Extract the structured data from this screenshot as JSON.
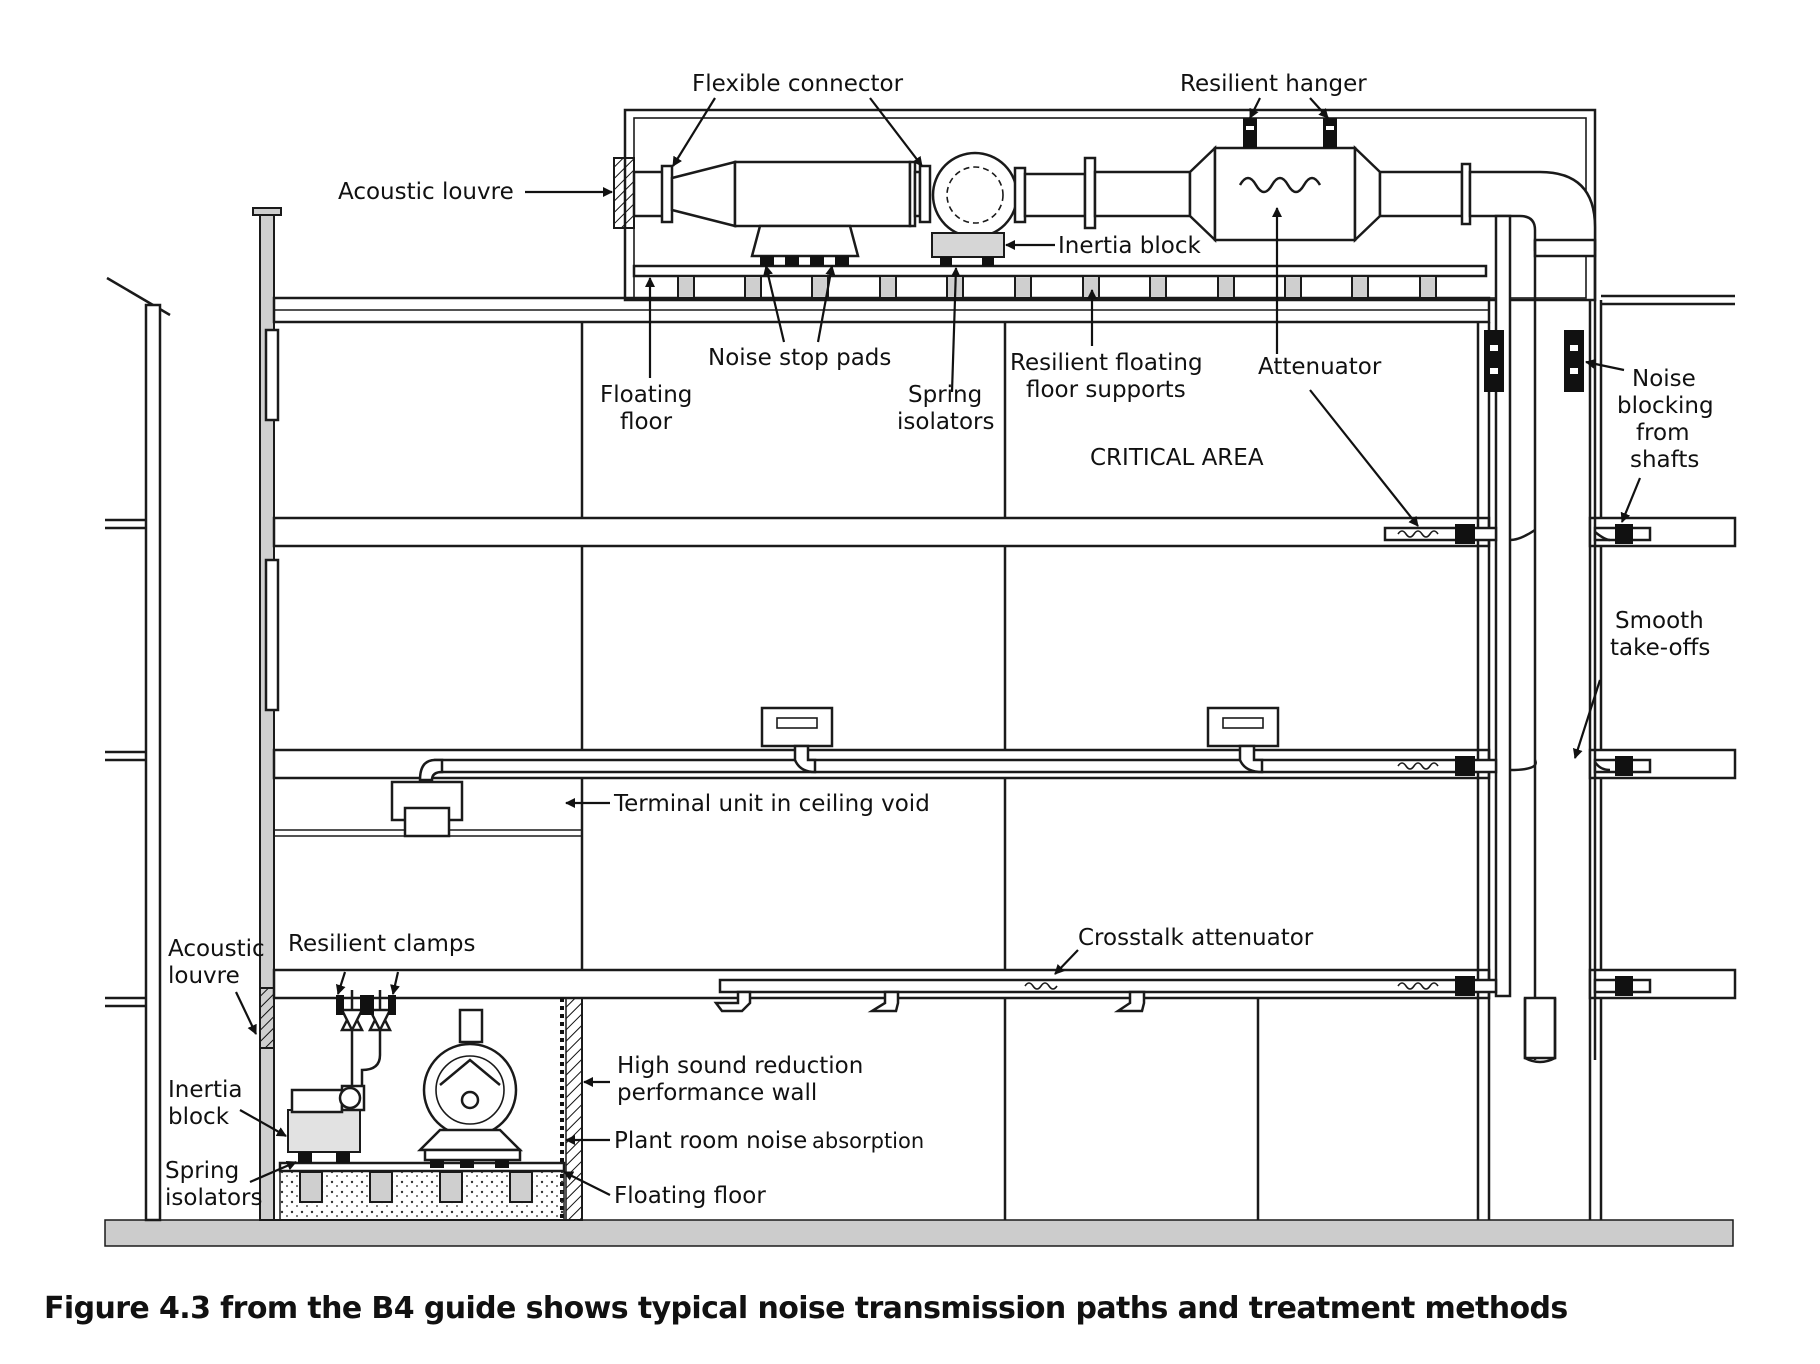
{
  "labels": {
    "flexible_connector": "Flexible connector",
    "resilient_hanger": "Resilient hanger",
    "acoustic_louvre_top": "Acoustic louvre",
    "inertia_block_top": "Inertia block",
    "noise_stop_pads": "Noise stop pads",
    "floating_floor_top_1": "Floating",
    "floating_floor_top_2": "floor",
    "spring_isolators_top_1": "Spring",
    "spring_isolators_top_2": "isolators",
    "resilient_floating_floor_supports_1": "Resilient floating",
    "resilient_floating_floor_supports_2": "floor supports",
    "attenuator": "Attenuator",
    "critical_area": "CRITICAL AREA",
    "noise_blocking_1": "Noise",
    "noise_blocking_2": "blocking",
    "noise_blocking_3": "from",
    "noise_blocking_4": "shafts",
    "smooth_takeoffs_1": "Smooth",
    "smooth_takeoffs_2": "take-offs",
    "terminal_unit": "Terminal unit in ceiling void",
    "crosstalk_attenuator": "Crosstalk attenuator",
    "acoustic_louvre_left_1": "Acoustic",
    "acoustic_louvre_left_2": "louvre",
    "resilient_clamps": "Resilient clamps",
    "inertia_block_left_1": "Inertia",
    "inertia_block_left_2": "block",
    "spring_isolators_left_1": "Spring",
    "spring_isolators_left_2": "isolators",
    "high_sound_wall_1": "High sound reduction",
    "high_sound_wall_2": "performance wall",
    "plant_room_noise": "Plant room noise",
    "absorption": "absorption",
    "floating_floor_bottom": "Floating floor"
  },
  "caption": "Figure 4.3 from the B4 guide shows typical noise transmission paths and treatment methods"
}
